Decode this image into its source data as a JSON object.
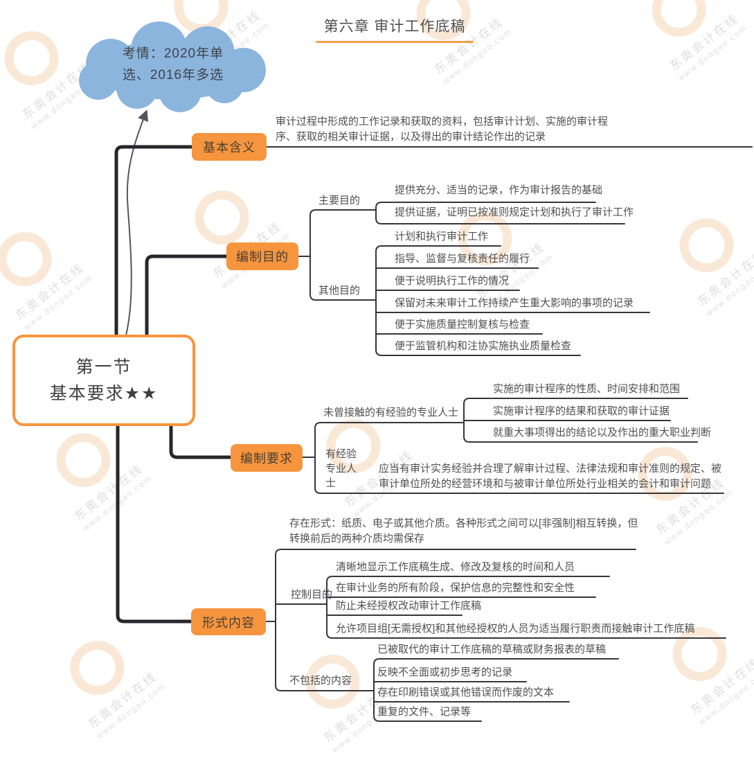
{
  "watermark": {
    "brand": "东奥会计在线",
    "url": "www.dongao.com"
  },
  "header": {
    "title": "第六章 审计工作底稿"
  },
  "cloud": {
    "line1": "考情：2020年单",
    "line2": "选、2016年多选"
  },
  "root": {
    "line1": "第一节",
    "line2": "基本要求★★"
  },
  "branches": {
    "meaning": {
      "label": "基本含义",
      "desc": "审计过程中形成的工作记录和获取的资料，包括审计计划、实施的审计程序、获取的相关审计证据，以及得出的审计结论作出的记录"
    },
    "purpose": {
      "label": "编制目的",
      "main": {
        "label": "主要目的",
        "items": [
          "提供充分、适当的记录，作为审计报告的基础",
          "提供证据，证明已按准则规定计划和执行了审计工作"
        ]
      },
      "other": {
        "label": "其他目的",
        "items": [
          "计划和执行审计工作",
          "指导、监督与复核责任的履行",
          "便于说明执行工作的情况",
          "保留对未来审计工作持续产生重大影响的事项的记录",
          "便于实施质量控制复核与检查",
          "便于监管机构和注协实施执业质量检查"
        ]
      }
    },
    "requirement": {
      "label": "编制要求",
      "fresh": {
        "label": "未曾接触的有经验的专业人士",
        "items": [
          "实施的审计程序的性质、时间安排和范围",
          "实施审计程序的结果和获取的审计证据",
          "就重大事项得出的结论以及作出的重大职业判断"
        ]
      },
      "experienced": {
        "label": "有经验专业人士",
        "desc": "应当有审计实务经验并合理了解审计过程、法律法规和审计准则的规定、被审计单位所处的经营环境和与被审计单位所处行业相关的会计和审计问题"
      }
    },
    "form": {
      "label": "形式内容",
      "existence": {
        "desc": "存在形式：纸质、电子或其他介质。各种形式之间可以[非强制]相互转换，但转换前后的两种介质均需保存"
      },
      "control": {
        "label": "控制目的",
        "items": [
          "清晰地显示工作底稿生成、修改及复核的时间和人员",
          "在审计业务的所有阶段，保护信息的完整性和安全性",
          "防止未经授权改动审计工作底稿",
          "允许项目组[无需授权]和其他经授权的人员为适当履行职责而接触审计工作底稿"
        ]
      },
      "excluded": {
        "label": "不包括的内容",
        "items": [
          "已被取代的审计工作底稿的草稿或财务报表的草稿",
          "反映不全面或初步思考的记录",
          "存在印刷错误或其他错误而作废的文本",
          "重复的文件、记录等"
        ]
      }
    }
  },
  "colors": {
    "accent_orange": "#f6953e",
    "cloud_blue": "#8cb5dd",
    "trunk_line": "#26262c",
    "branch_line": "#35353b"
  }
}
